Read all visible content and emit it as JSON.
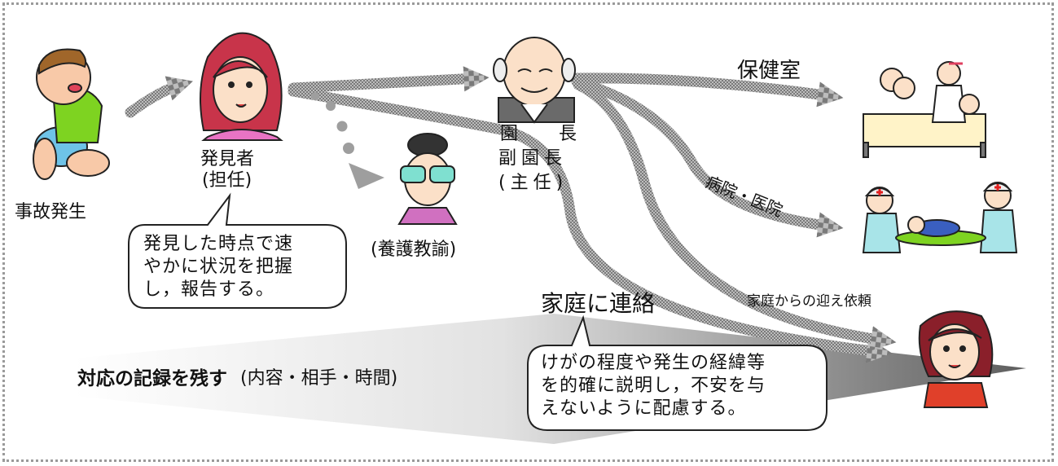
{
  "labels": {
    "accident": "事故発生",
    "discoverer": "発見者",
    "discoverer_role": "(担任)",
    "nurse_teacher": "(養護教諭)",
    "director": "園　　長",
    "vice_director": "副園長",
    "chief": "(主任)",
    "health_room": "保健室",
    "hospital": "病院・医院",
    "family_contact": "家庭に連絡",
    "pickup_request": "家庭からの迎え依頼",
    "record_main": "対応の記録を残す",
    "record_detail": "(内容・相手・時間)"
  },
  "bubbles": {
    "report": "発見した時点で速\nやかに状況を把握\nし，報告する。",
    "family": "けがの程度や発生の経緯等\nを的確に説明し，不安を与\nえないように配慮する。"
  },
  "colors": {
    "arrow": "#9e9e9e",
    "frame": "#9a9a9a",
    "gradient_start": "#ffffff",
    "gradient_end": "#6a6a6a"
  }
}
